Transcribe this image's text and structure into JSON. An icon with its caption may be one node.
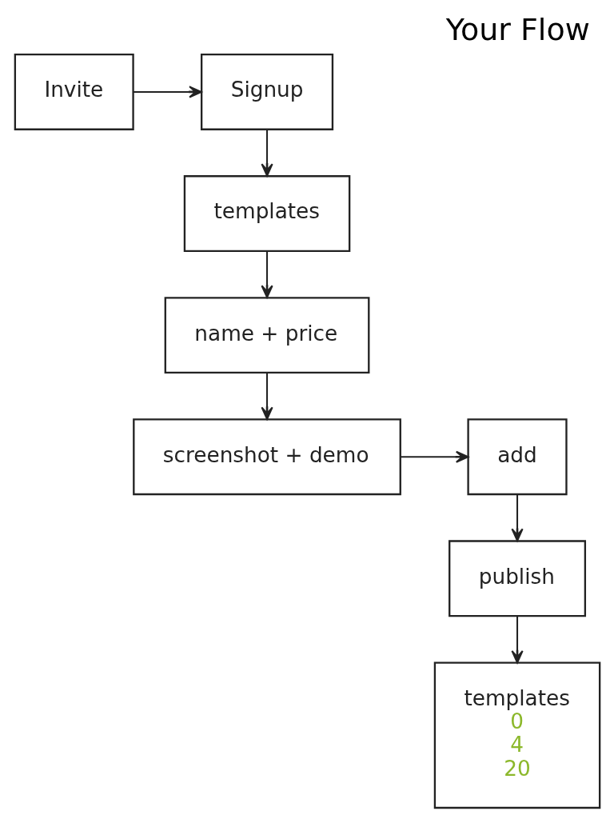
{
  "diagram": {
    "title": "Your Flow",
    "nodes": [
      {
        "text": [
          "Invite"
        ]
      },
      {
        "text": [
          "Signup"
        ]
      },
      {
        "text": [
          "templates"
        ]
      },
      {
        "text": [
          "name + price"
        ]
      },
      {
        "text": [
          "screenshot + demo"
        ]
      },
      {
        "text": [
          "add"
        ]
      },
      {
        "text": [
          "publish"
        ]
      },
      {
        "text": [
          "templates",
          "0",
          "4",
          "20"
        ]
      }
    ],
    "edges": [
      {
        "from": 0,
        "to": 1,
        "arrow": "to"
      },
      {
        "from": 1,
        "to": 2,
        "arrow": "to"
      },
      {
        "from": 2,
        "to": 3,
        "arrow": "to"
      },
      {
        "from": 3,
        "to": 4,
        "arrow": "to"
      },
      {
        "from": 4,
        "to": 5,
        "arrow": "to"
      },
      {
        "from": 5,
        "to": 6,
        "arrow": "to"
      },
      {
        "from": 6,
        "to": 7,
        "arrow": "to"
      }
    ]
  }
}
